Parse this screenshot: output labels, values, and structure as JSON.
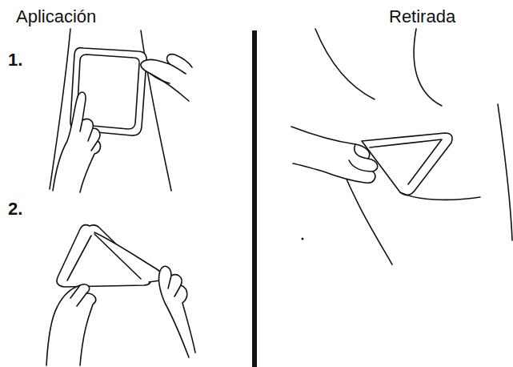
{
  "diagram": {
    "labels": [
      "Aplicación",
      "Retirada",
      "1.",
      "2."
    ]
  }
}
